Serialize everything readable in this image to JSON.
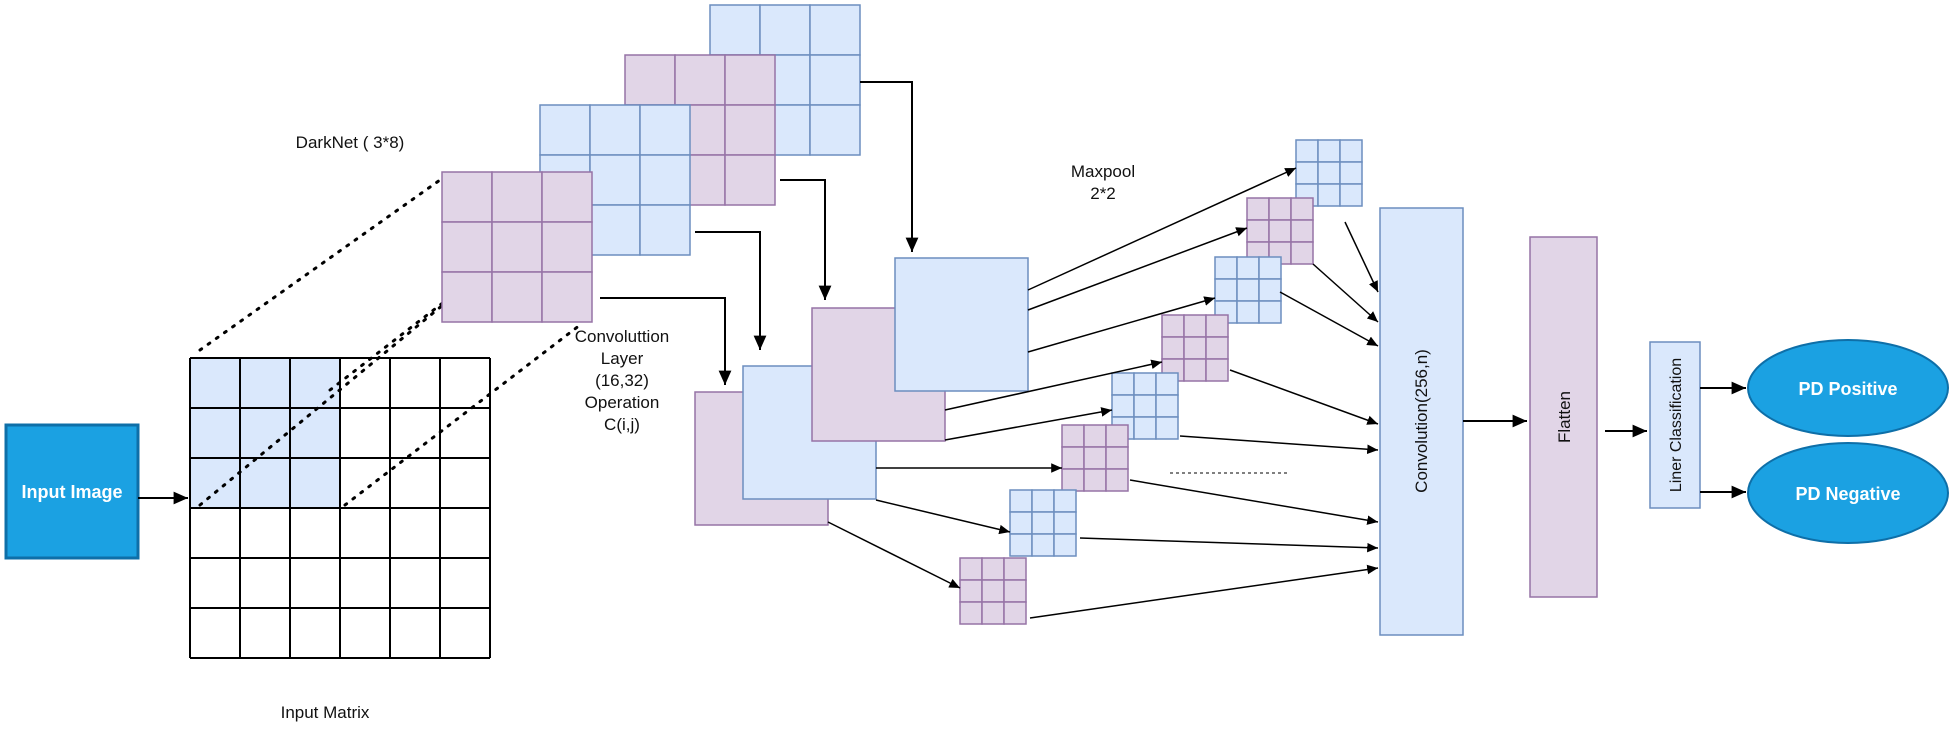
{
  "labels": {
    "input_image": "Input Image",
    "input_matrix": "Input Matrix",
    "darknet": "DarkNet ( 3*8)",
    "conv_layer": [
      "Convoluttion",
      "Layer",
      "(16,32)",
      "Operation",
      "C(i,j)"
    ],
    "maxpool": [
      "Maxpool",
      "2*2"
    ],
    "convolution": "Convolution(256,n)",
    "flatten": "Flatten",
    "linear_classification": "Liner Classification",
    "pd_positive": "PD Positive",
    "pd_negative": "PD Negative"
  },
  "colors": {
    "blue_fill": "#dae8fc",
    "blue_stroke": "#6c8ebf",
    "purple_fill": "#e1d5e7",
    "purple_stroke": "#9673a6",
    "accent": "#1ba1e2",
    "accent_dark": "#0e6fa8",
    "line": "#000000"
  },
  "icons": [
    "arrow-icon"
  ]
}
